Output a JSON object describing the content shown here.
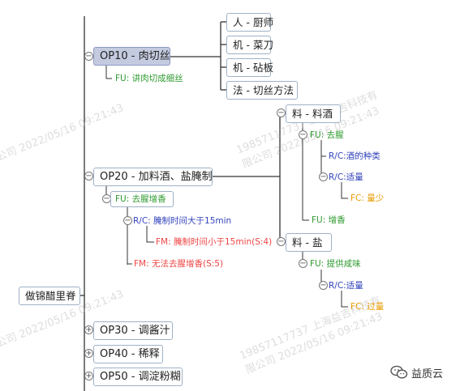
{
  "root": {
    "label": "做锦醋里脊"
  },
  "op10": {
    "label": "OP10 - 肉切丝",
    "fu": "FU: 讲肉切成细丝",
    "children": [
      "人 - 厨师",
      "机 - 菜刀",
      "机 - 砧板",
      "法 - 切丝方法"
    ]
  },
  "op20": {
    "label": "OP20 - 加料酒、盐腌制",
    "fu": "FU: 去腥增香",
    "rc": "R/C: 腌制时间大于15min",
    "fm1": "FM: 腌制时间小于15min(S:4)",
    "fm2": "FM: 无法去腥增香(S:5)",
    "liaojiu": {
      "label": "料 - 料酒",
      "fu1": "FU: 去腥",
      "rc1": "R/C:酒的种类",
      "rc2": "R/C:适量",
      "fc": "FC: 量少",
      "fu2": "FU: 增香"
    },
    "yan": {
      "label": "料 - 盐",
      "fu": "FU: 提供咸味",
      "rc": "R/C:适量",
      "fc": "FC: 过量"
    }
  },
  "op30": {
    "label": "OP30 - 调酱汁"
  },
  "op40": {
    "label": "OP40 - 稀释"
  },
  "op50": {
    "label": "OP50 - 调淀粉糊"
  },
  "watermark": [
    "19857117737 上海益吉科技有",
    "限公司 2022/05/16 09:21:43"
  ],
  "logo": {
    "text": "益质云",
    "icon": "wechat-icon"
  }
}
